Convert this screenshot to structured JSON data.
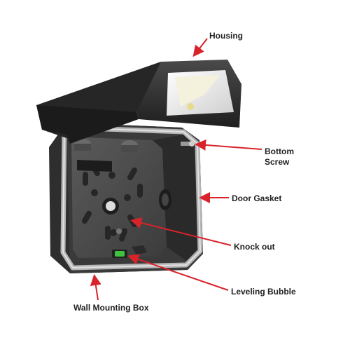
{
  "labels": {
    "housing": "Housing",
    "bottom_screw_line1": "Bottom",
    "bottom_screw_line2": "Screw",
    "door_gasket": "Door Gasket",
    "knock_out": "Knock out",
    "leveling_bubble": "Leveling Bubble",
    "wall_mounting_box": "Wall Mounting Box"
  },
  "colors": {
    "arrow": "#d8232a",
    "housing": "#2b2b2b",
    "box": "#3a3a3a",
    "gasket": "#b5b5b5",
    "bubble": "#3ec43e",
    "lens_light": "#f4f1dc"
  }
}
